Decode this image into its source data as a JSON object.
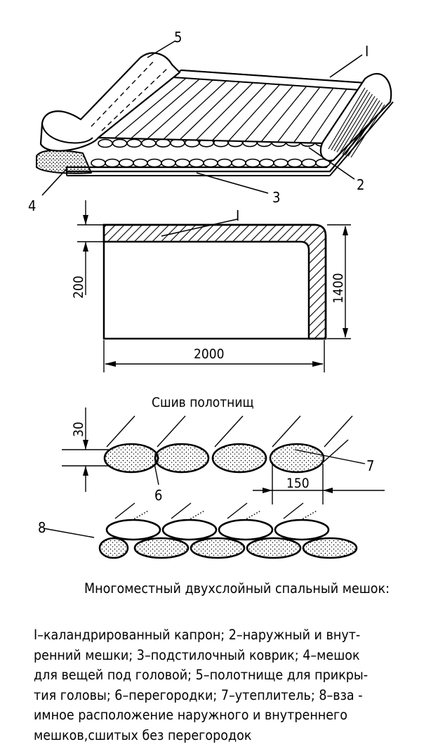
{
  "labels": {
    "l1_top": "I",
    "l2": "2",
    "l3": "3",
    "l4": "4",
    "l5": "5",
    "l1_plan": "I",
    "l6": "6",
    "l7": "7",
    "l8": "8"
  },
  "dimensions": {
    "width": "2000",
    "height": "1400",
    "strip": "200",
    "thickness": "30",
    "pitch": "150"
  },
  "section_title": "Сшив полотнищ",
  "caption": {
    "title": "Многоместный двухслойный спальный мешок:",
    "legend_lines": [
      "I–каландрированный капрон; 2–наружный и внут-",
      "ренний мешки; 3–подстилочный коврик; 4–мешок",
      "для вещей под головой; 5–полотнище для прикры-",
      "тия головы; 6–перегородки; 7–утеплитель; 8–вза -",
      "имное расположение наружного и  внутреннего",
      "мешков,сшитых без перегородок"
    ]
  }
}
